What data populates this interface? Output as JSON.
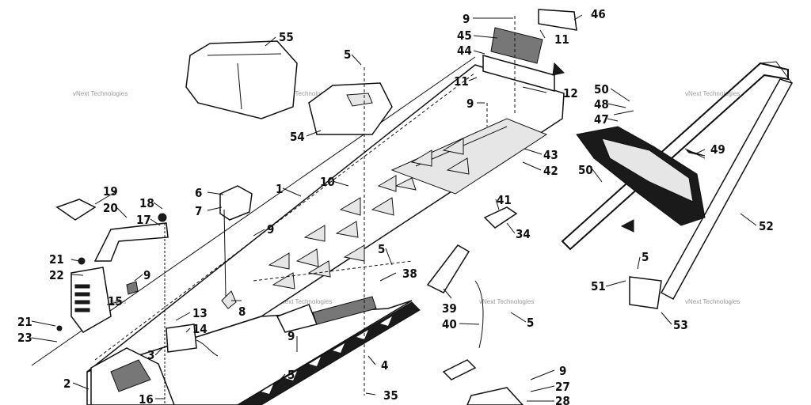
{
  "watermark": "vNext Technologies",
  "callouts": [
    {
      "id": "c46",
      "text": "46"
    },
    {
      "id": "c9a",
      "text": "9"
    },
    {
      "id": "c45",
      "text": "45"
    },
    {
      "id": "c44",
      "text": "44"
    },
    {
      "id": "c11a",
      "text": "11"
    },
    {
      "id": "c55",
      "text": "55"
    },
    {
      "id": "c5a",
      "text": "5"
    },
    {
      "id": "c11b",
      "text": "11"
    },
    {
      "id": "c12",
      "text": "12"
    },
    {
      "id": "c9b",
      "text": "9"
    },
    {
      "id": "c54",
      "text": "54"
    },
    {
      "id": "c50a",
      "text": "50"
    },
    {
      "id": "c48",
      "text": "48"
    },
    {
      "id": "c47",
      "text": "47"
    },
    {
      "id": "c49",
      "text": "49"
    },
    {
      "id": "c43",
      "text": "43"
    },
    {
      "id": "c42",
      "text": "42"
    },
    {
      "id": "c50b",
      "text": "50"
    },
    {
      "id": "c10",
      "text": "10"
    },
    {
      "id": "c1",
      "text": "1"
    },
    {
      "id": "c6",
      "text": "6"
    },
    {
      "id": "c7",
      "text": "7"
    },
    {
      "id": "c19",
      "text": "19"
    },
    {
      "id": "c20",
      "text": "20"
    },
    {
      "id": "c18",
      "text": "18"
    },
    {
      "id": "c17",
      "text": "17"
    },
    {
      "id": "c41",
      "text": "41"
    },
    {
      "id": "c34",
      "text": "34"
    },
    {
      "id": "c52",
      "text": "52"
    },
    {
      "id": "c9c",
      "text": "9"
    },
    {
      "id": "c21a",
      "text": "21"
    },
    {
      "id": "c22",
      "text": "22"
    },
    {
      "id": "c9d",
      "text": "9"
    },
    {
      "id": "c15",
      "text": "15"
    },
    {
      "id": "c5b",
      "text": "5"
    },
    {
      "id": "c38",
      "text": "38"
    },
    {
      "id": "c5c",
      "text": "5"
    },
    {
      "id": "c51",
      "text": "51"
    },
    {
      "id": "c8",
      "text": "8"
    },
    {
      "id": "c39",
      "text": "39"
    },
    {
      "id": "c13",
      "text": "13"
    },
    {
      "id": "c14",
      "text": "14"
    },
    {
      "id": "c21b",
      "text": "21"
    },
    {
      "id": "c23",
      "text": "23"
    },
    {
      "id": "c40",
      "text": "40"
    },
    {
      "id": "c5d",
      "text": "5"
    },
    {
      "id": "c53",
      "text": "53"
    },
    {
      "id": "c9e",
      "text": "9"
    },
    {
      "id": "c3",
      "text": "3"
    },
    {
      "id": "c4",
      "text": "4"
    },
    {
      "id": "c5e",
      "text": "5"
    },
    {
      "id": "c2",
      "text": "2"
    },
    {
      "id": "c9f",
      "text": "9"
    },
    {
      "id": "c27",
      "text": "27"
    },
    {
      "id": "c16",
      "text": "16"
    },
    {
      "id": "c35",
      "text": "35"
    },
    {
      "id": "c28",
      "text": "28"
    }
  ]
}
